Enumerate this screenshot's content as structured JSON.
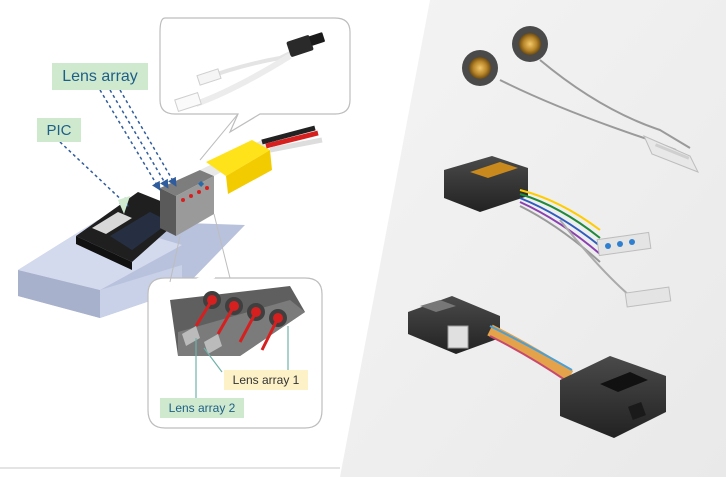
{
  "labels": {
    "lens_array_top": "Lens array",
    "pic": "PIC",
    "lens_array_1": "Lens array 1",
    "lens_array_2": "Lens array 2"
  },
  "colors": {
    "label_green_bg": "#cfe9cf",
    "label_yellow_bg": "#fdf1c8",
    "label_text_blue": "#1e5f86",
    "dashed_arrow": "#2f5c9c",
    "fiber_red": "#d62020",
    "ribbon_yellow": "#ffe31a",
    "right_panel_bg": "#efefef"
  }
}
